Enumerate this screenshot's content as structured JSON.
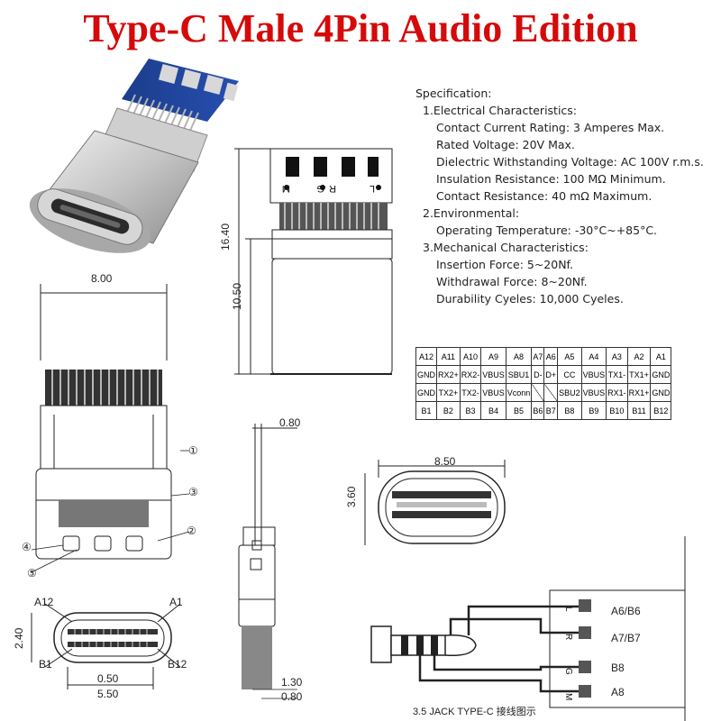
{
  "title": "Type-C Male 4Pin Audio Edition",
  "spec": {
    "heading": "Specification:",
    "lines": [
      "1.Electrical Characteristics:",
      "Contact Current Rating: 3 Amperes Max.",
      "Rated Voltage:  20V Max.",
      "Dielectric Withstanding Voltage: AC 100V r.m.s.",
      "Insulation Resistance: 100 MΩ Minimum.",
      "Contact Resistance: 40 mΩ Maximum.",
      "2.Environmental:",
      "Operating Temperature: -30°C~+85°C.",
      "3.Mechanical Characteristics:",
      "Insertion Force: 5~20Nf.",
      "Withdrawal Force: 8~20Nf.",
      "Durability Cyeles: 10,000 Cyeles."
    ]
  },
  "pin_table": {
    "rows": [
      [
        "A12",
        "A11",
        "A10",
        "A9",
        "A8",
        "A7",
        "A6",
        "A5",
        "A4",
        "A3",
        "A2",
        "A1"
      ],
      [
        "GND",
        "RX2+",
        "RX2-",
        "VBUS",
        "SBU1",
        "D-",
        "D+",
        "CC",
        "VBUS",
        "TX1-",
        "TX1+",
        "GND"
      ],
      [
        "GND",
        "TX2+",
        "TX2-",
        "VBUS",
        "Vconn",
        "",
        "",
        "SBU2",
        "VBUS",
        "RX1-",
        "RX1+",
        "GND"
      ],
      [
        "B1",
        "B2",
        "B3",
        "B4",
        "B5",
        "B6",
        "B7",
        "B8",
        "B9",
        "B10",
        "B11",
        "B12"
      ]
    ]
  },
  "dimensions": {
    "width_top": "8.00",
    "height_total": "16.40",
    "height_body": "10.50",
    "thickness": "0.80",
    "plug_width": "8.50",
    "plug_height": "3.60",
    "face_height": "2.40",
    "pitch": "0.50",
    "pin_span": "5.50",
    "side_a": "1.30",
    "side_b": "0.80"
  },
  "pin_labels": {
    "a12": "A12",
    "a1": "A1",
    "b1": "B1",
    "b12": "B12"
  },
  "callouts": [
    "①",
    "②",
    "③",
    "④",
    "⑤"
  ],
  "pad_letters": [
    "M",
    "G",
    "R",
    "L"
  ],
  "wiring": {
    "pins": [
      "A6/B6",
      "A7/B7",
      "B8",
      "A8"
    ],
    "letters": [
      "L",
      "R",
      "G",
      "M"
    ],
    "caption": "3.5 JACK  TYPE-C 接线图示"
  }
}
